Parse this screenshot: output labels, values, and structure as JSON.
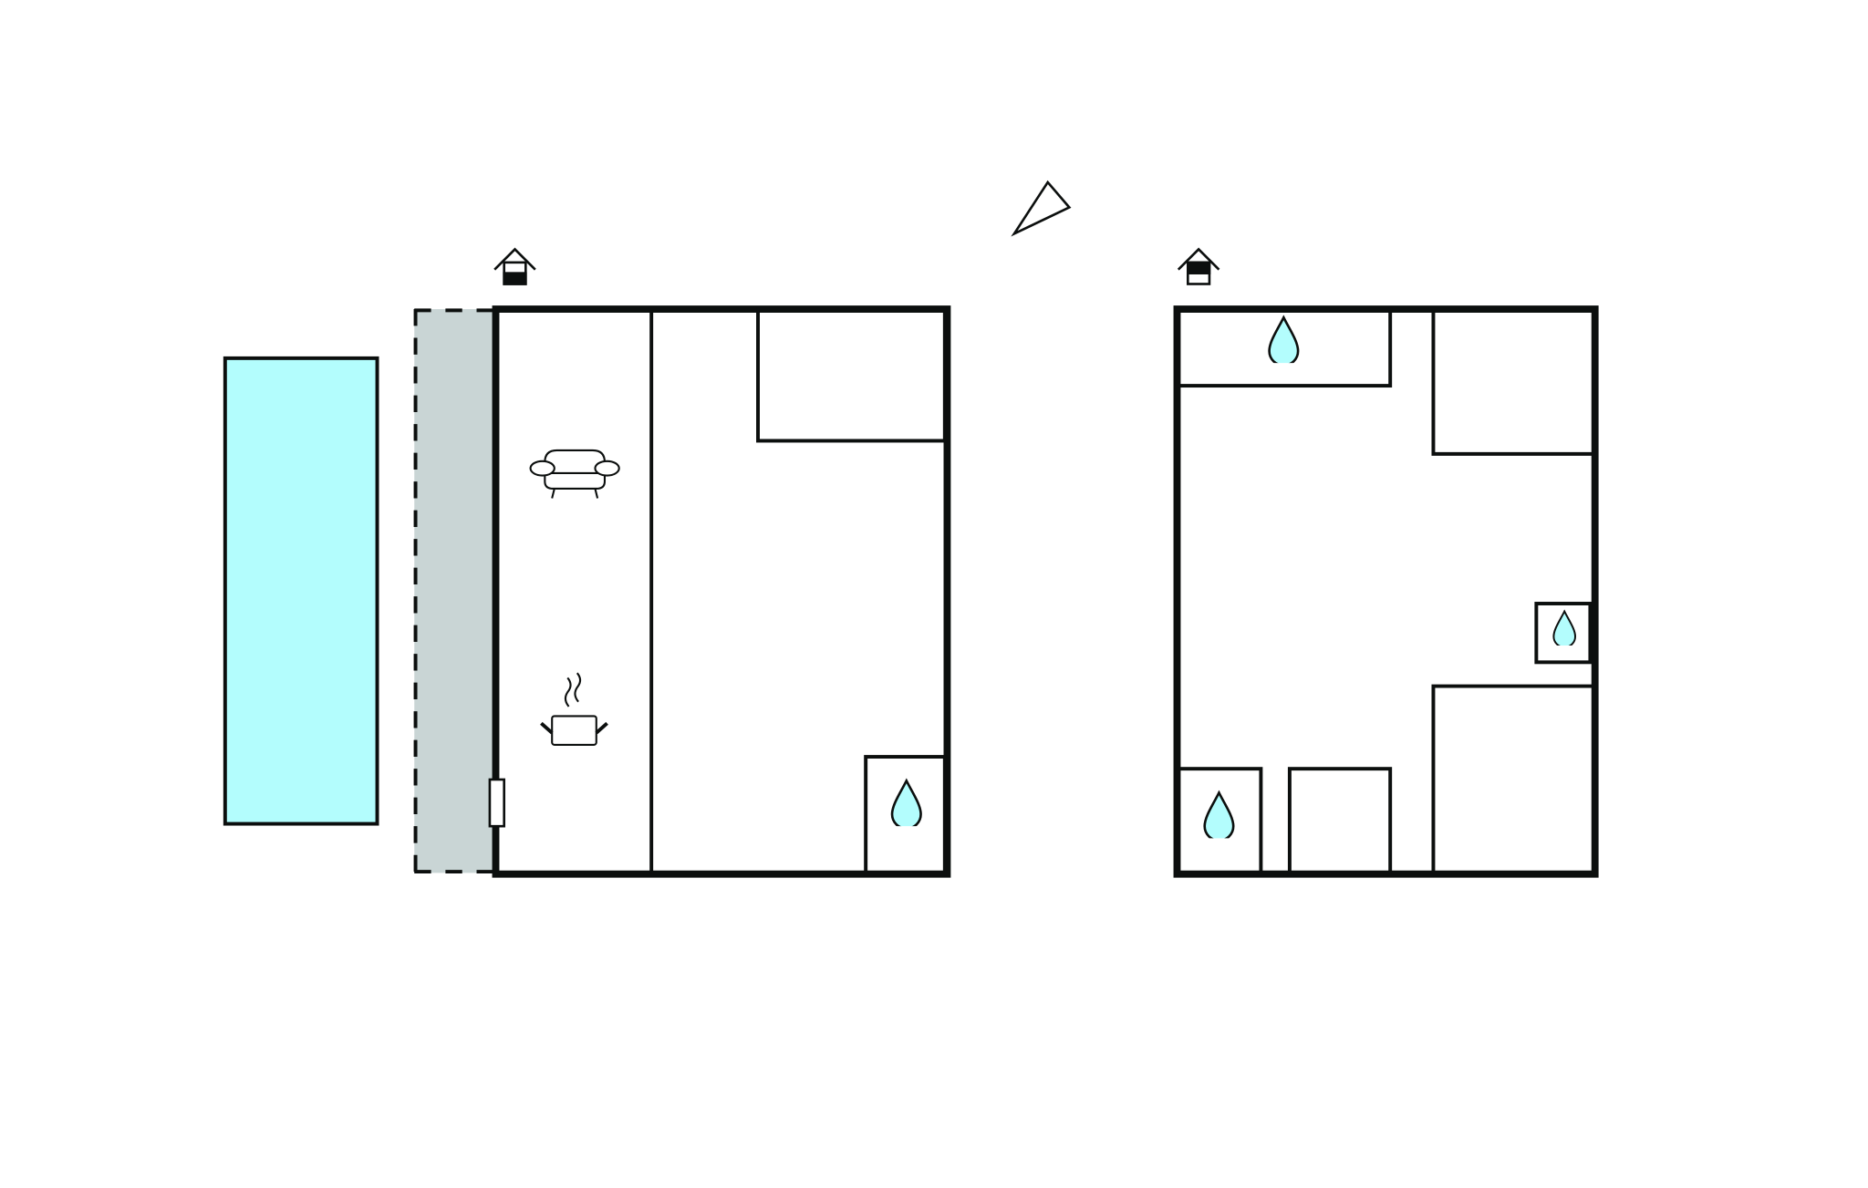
{
  "colors": {
    "background": "#ffffff",
    "wall": "#0c0f0e",
    "pool": "#b3fdfd",
    "terrace": "#c9d5d5",
    "water_icon": "#b3fdfd"
  },
  "floors": [
    {
      "name": "ground-floor",
      "level_icon": "house-ground-floor-icon",
      "icons": [
        "sofa-icon",
        "cooking-pot-icon",
        "water-drop-icon"
      ]
    },
    {
      "name": "first-floor",
      "level_icon": "house-first-floor-icon",
      "icons": [
        "water-drop-icon",
        "water-drop-icon",
        "water-drop-icon"
      ]
    }
  ],
  "features": [
    "pool",
    "terrace",
    "north-arrow-icon"
  ]
}
